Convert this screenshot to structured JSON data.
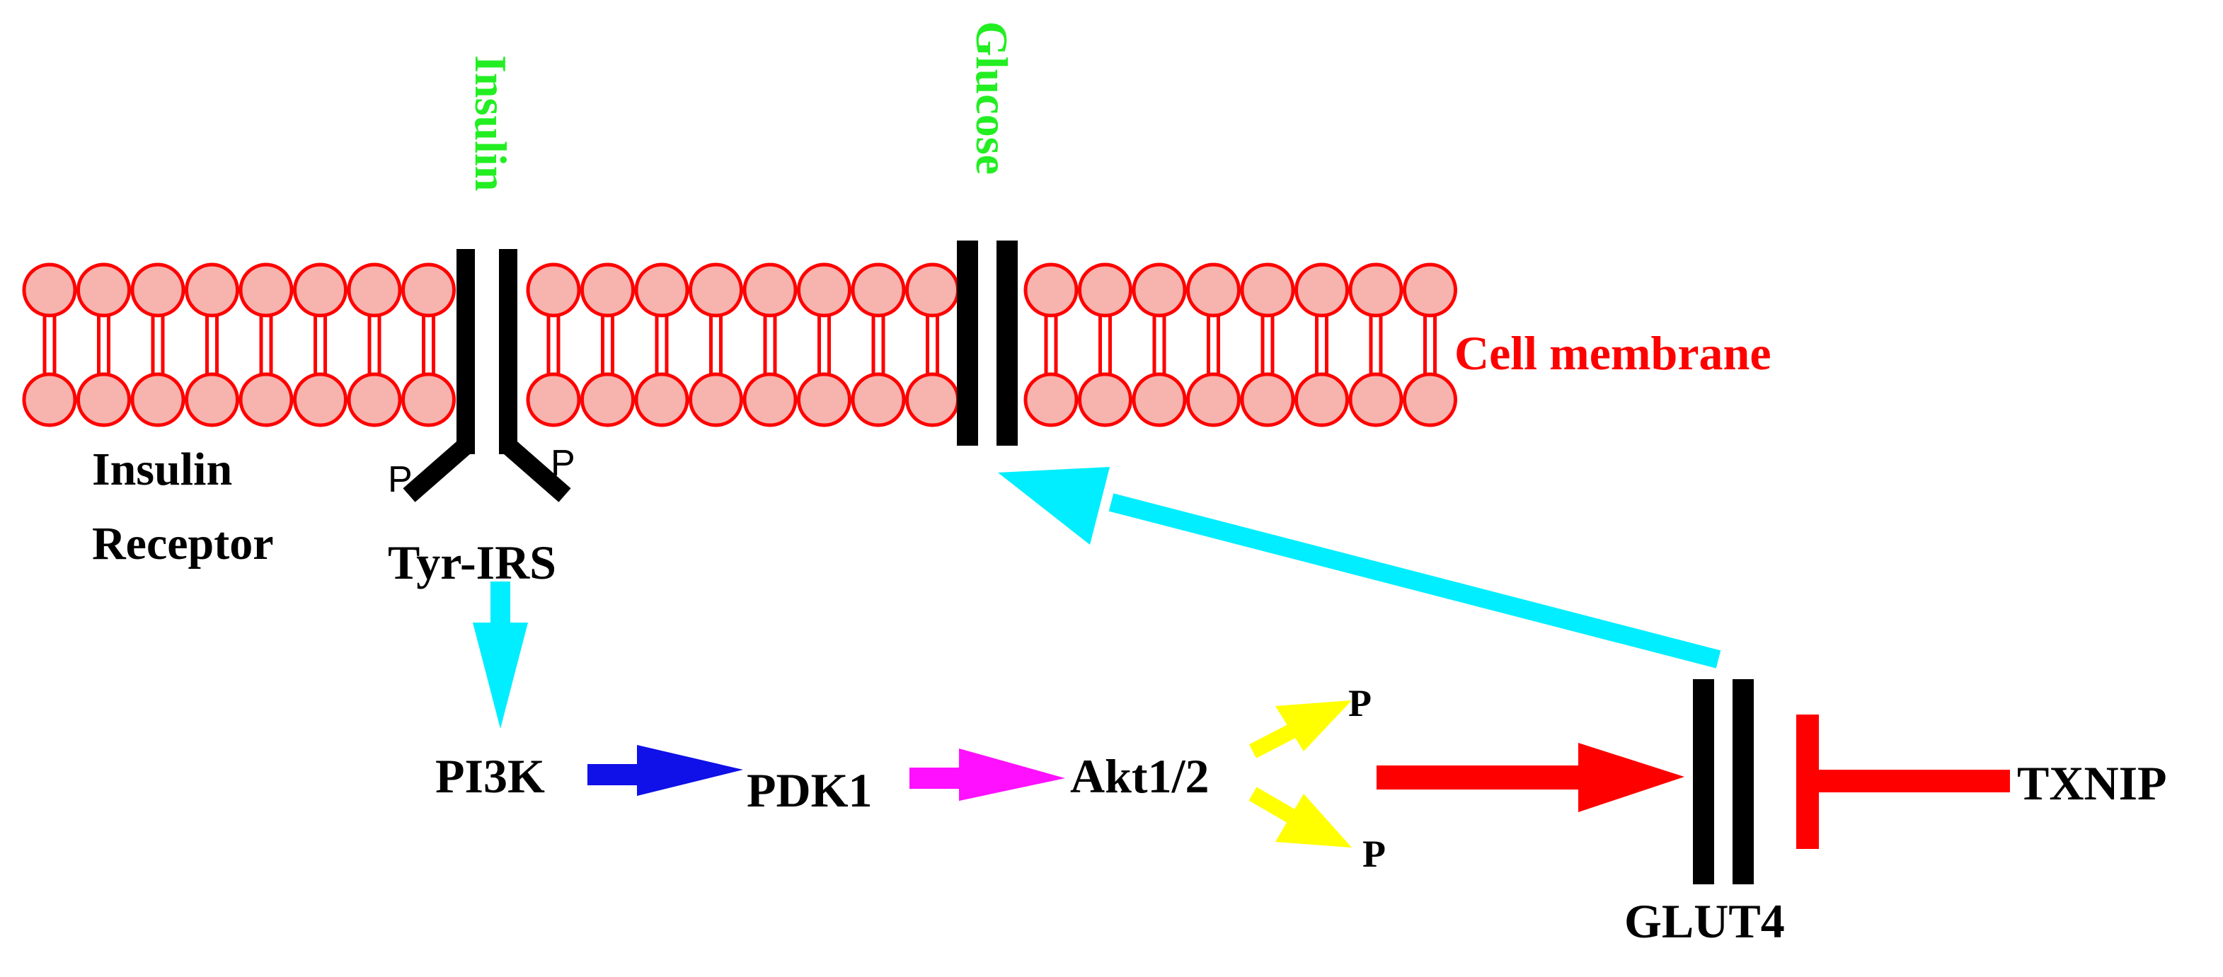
{
  "labels": {
    "insulin": "Insulin",
    "glucose": "Glucose",
    "cell_membrane": "Cell membrane",
    "insulin_receptor_line1": "Insulin",
    "insulin_receptor_line2": "Receptor",
    "phospho_left": "P",
    "phospho_right": "P",
    "tyr_irs": "Tyr-IRS",
    "pi3k": "PI3K",
    "pdk1": "PDK1",
    "akt": "Akt1/2",
    "akt_p_upper": "P",
    "akt_p_lower": "P",
    "glut4": "GLUT4",
    "txnip": "TXNIP"
  },
  "colors": {
    "ligand_text": "#22ee22",
    "membrane_text": "#ff0000",
    "lipid_head_fill": "#f7b3ae",
    "lipid_stroke": "#ff0000",
    "channel": "#000000",
    "arrow_cyan": "#00eeff",
    "arrow_blue": "#1010e8",
    "arrow_magenta": "#ff10ff",
    "arrow_yellow": "#ffff00",
    "arrow_red": "#ff0000",
    "inhibit_red": "#ff0000"
  }
}
